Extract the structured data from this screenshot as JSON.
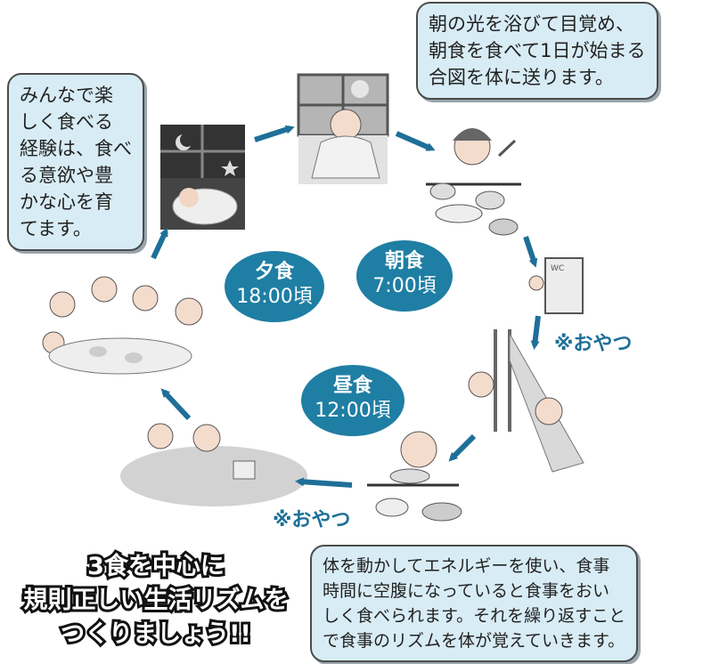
{
  "colors": {
    "accent": "#1f7ea3",
    "bubble_bg": "#d8ecf5",
    "text": "#222222"
  },
  "bubbles": {
    "morning": [
      "朝の光を浴びて目覚め、",
      "朝食を食べて1日が始まる",
      "合図を体に送ります。"
    ],
    "family": [
      "みんなで楽",
      "しく食べる",
      "経験は、食べ",
      "る意欲や豊",
      "かな心を育",
      "てます。"
    ],
    "activity": [
      "体を動かしてエネルギーを使い、食事",
      "時間に空腹になっていると食事をおい",
      "しく食べられます。それを繰り返すこと",
      "で食事のリズムを体が覚えていきます。"
    ]
  },
  "meals": {
    "breakfast": {
      "name": "朝食",
      "time": "7:00頃"
    },
    "lunch": {
      "name": "昼食",
      "time": "12:00頃"
    },
    "dinner": {
      "name": "夕食",
      "time": "18:00頃"
    }
  },
  "snacks": {
    "morning": "※おやつ",
    "afternoon": "※おやつ"
  },
  "slogan": [
    "3食を中心に",
    "規則正しい生活リズムを",
    "つくりましょう!!"
  ],
  "icons": {
    "night_sleep": "sleeping-child-moon-icon",
    "wake_up": "waking-child-window-icon",
    "breakfast": "breakfast-table-icon",
    "toilet": "toilet-door-icon",
    "slide": "children-slide-icon",
    "lunch": "lunch-table-icon",
    "sandbox": "sandbox-play-icon",
    "family_dinner": "family-dinner-icon"
  }
}
